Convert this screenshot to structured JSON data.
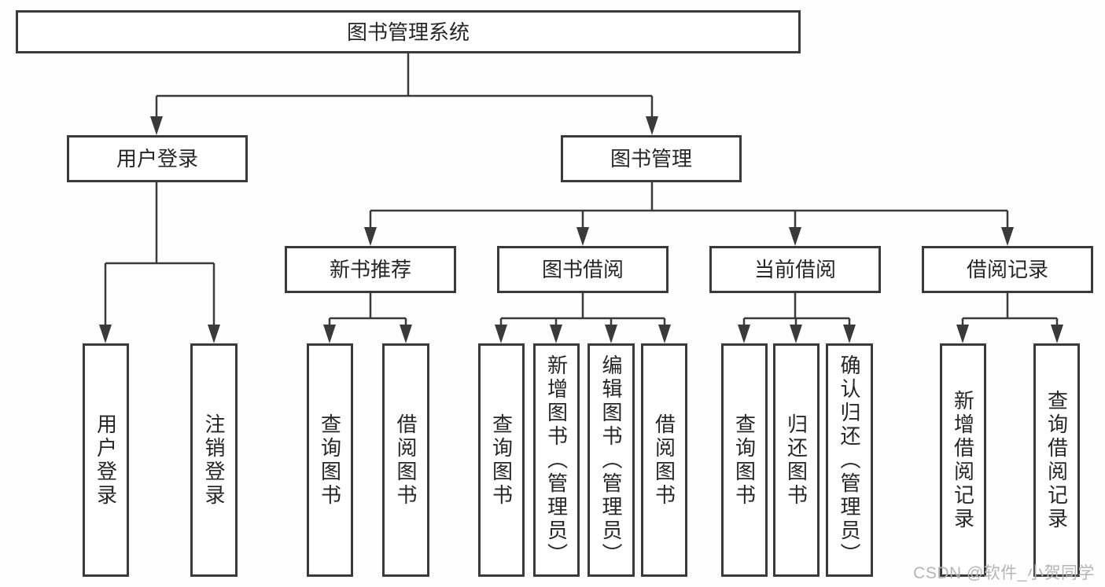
{
  "tree": {
    "root": {
      "label": "图书管理系统"
    },
    "user_login": {
      "label": "用户登录",
      "children": [
        {
          "label": "用户登录"
        },
        {
          "label": "注销登录"
        }
      ]
    },
    "book_management": {
      "label": "图书管理",
      "sections": [
        {
          "label": "新书推荐",
          "children": [
            {
              "label": "查询图书"
            },
            {
              "label": "借阅图书"
            }
          ]
        },
        {
          "label": "图书借阅",
          "children": [
            {
              "label": "查询图书"
            },
            {
              "label": "新增图书（管理员）"
            },
            {
              "label": "编辑图书（管理员）"
            },
            {
              "label": "借阅图书"
            }
          ]
        },
        {
          "label": "当前借阅",
          "children": [
            {
              "label": "查询图书"
            },
            {
              "label": "归还图书"
            },
            {
              "label": "确认归还（管理员）"
            }
          ]
        },
        {
          "label": "借阅记录",
          "children": [
            {
              "label": "新增借阅记录"
            },
            {
              "label": "查询借阅记录"
            }
          ]
        }
      ]
    }
  },
  "palette": {
    "line": "#3a3a3a",
    "text": "#262626",
    "watermark": "#b5b5b5"
  },
  "watermark": {
    "text": "CSDN @软件_小贺同学"
  }
}
